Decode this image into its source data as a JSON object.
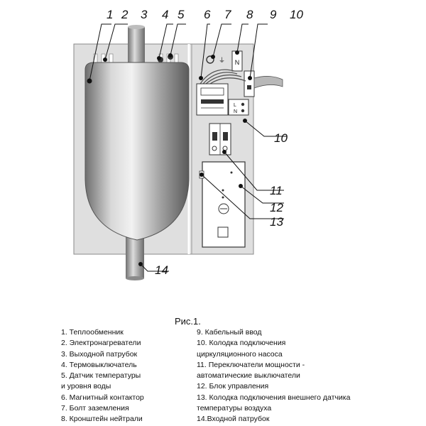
{
  "numbers": [
    "1",
    "2",
    "3",
    "4",
    "5",
    "6",
    "7",
    "8",
    "9",
    "10",
    "10",
    "11",
    "12",
    "13",
    "14"
  ],
  "caption": "Рис.1.",
  "legend_left": [
    "1. Теплообменник",
    "2. Электронагреватели",
    "3. Выходной патрубок",
    "4. Термовыключатель",
    "5. Датчик температуры",
    " и уровня воды",
    "6. Магнитный контактор",
    "7. Болт заземления",
    "8. Кронштейн нейтрали"
  ],
  "legend_right": [
    "9. Кабельный ввод",
    "10. Колодка подключения",
    "циркуляционного насоса",
    "11. Переключатели мощности -",
    "автоматические выключатели",
    "12. Блок управления",
    "13. Колодка подключения внешнего датчика",
    "температуры воздуха",
    "14.Входной патрубок"
  ],
  "terminal_labels": {
    "l": "L",
    "n": "N",
    "neutral": "N"
  }
}
